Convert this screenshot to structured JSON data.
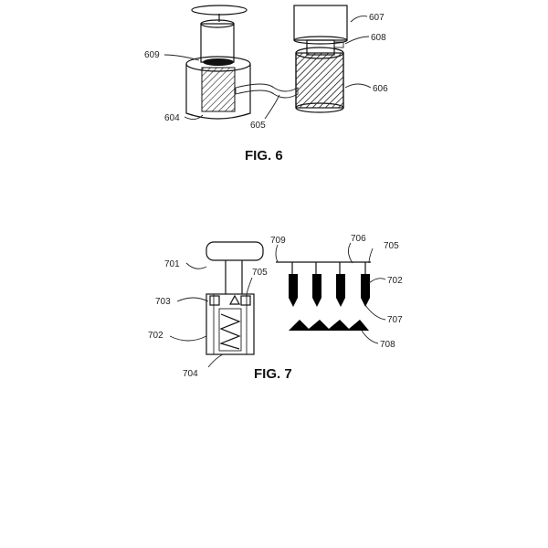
{
  "figures": [
    {
      "caption": "FIG. 6",
      "labels": {
        "l607": "607",
        "l608": "608",
        "l609": "609",
        "l606": "606",
        "l604": "604",
        "l605": "605"
      }
    },
    {
      "caption": "FIG. 7",
      "labels": {
        "l701": "701",
        "l705a": "705",
        "l703": "703",
        "l702a": "702",
        "l704": "704",
        "l709": "709",
        "l706": "706",
        "l705b": "705",
        "l702b": "702",
        "l707": "707",
        "l708": "708"
      }
    }
  ]
}
